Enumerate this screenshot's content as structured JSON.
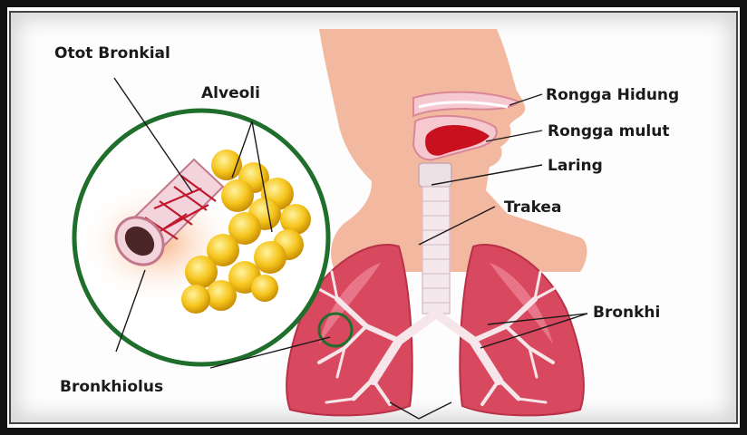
{
  "labels": {
    "otot_bronkial": "Otot Bronkial",
    "alveoli": "Alveoli",
    "bronkhiolus": "Bronkhiolus",
    "rongga_hidung": "Rongga Hidung",
    "rongga_mulut": "Rongga mulut",
    "laring": "Laring",
    "trakea": "Trakea",
    "bronkhi": "Bronkhi"
  },
  "colors": {
    "skin": "#f2b9a0",
    "lung": "#d8485e",
    "lung_light": "#f08a9a",
    "airway": "#f4e8ec",
    "alveoli": "#f6c51c",
    "circle_border": "#1f6e2b",
    "mouth": "#c8101e"
  }
}
